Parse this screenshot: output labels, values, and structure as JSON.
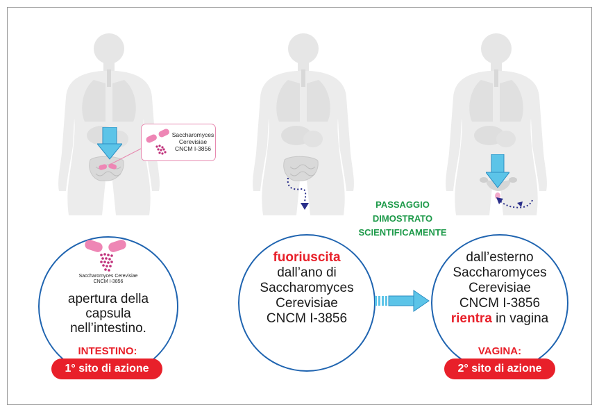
{
  "callout": {
    "line1": "Saccharomyces",
    "line2": "Cerevisiae",
    "line3": "CNCM I-3856"
  },
  "panel1": {
    "capsule_label_1": "Saccharomyces Cerevisiae",
    "capsule_label_2": "CNCM I-3856",
    "line1": "apertura della",
    "line2": "capsula",
    "line3": "nell’intestino.",
    "site_name": "INTESTINO:",
    "site_badge": "1° sito di azione"
  },
  "panel2": {
    "highlight": "fuoriuscita",
    "line2": "dall’ano di",
    "line3": "Saccharomyces",
    "line4": "Cerevisiae",
    "line5": "CNCM I-3856"
  },
  "passage": {
    "line1": "PASSAGGIO",
    "line2": "DIMOSTRATO",
    "line3": "SCIENTIFICAMENTE"
  },
  "panel3": {
    "line1": "dall’esterno",
    "line2": "Saccharomyces",
    "line3": "Cerevisiae",
    "line4": "CNCM I-3856",
    "highlight": "rientra",
    "line5_rest": " in vagina",
    "site_name": "VAGINA:",
    "site_badge": "2° sito di azione"
  },
  "colors": {
    "accent_red": "#e8202a",
    "circle_border": "#1f64b0",
    "arrow_blue": "#5cc4e8",
    "pink": "#ee86b5",
    "green": "#1e9a4a",
    "dots": "#2a2f8a"
  }
}
